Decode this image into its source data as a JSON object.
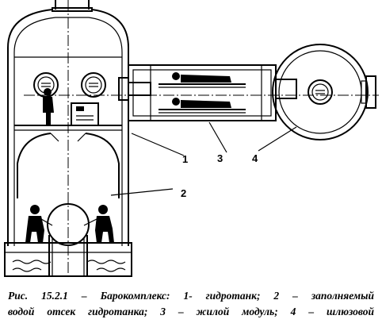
{
  "callouts": {
    "c1": "1",
    "c2": "2",
    "c3": "3",
    "c4": "4"
  },
  "caption": {
    "line1": "Рис.  15.2.1 – Барокомплекс:  1-  гидротанк;  2 – заполняемый",
    "line2": "водой  отсек  гидротанка;  3 – жилой  модуль;  4 – шлюзовой"
  }
}
